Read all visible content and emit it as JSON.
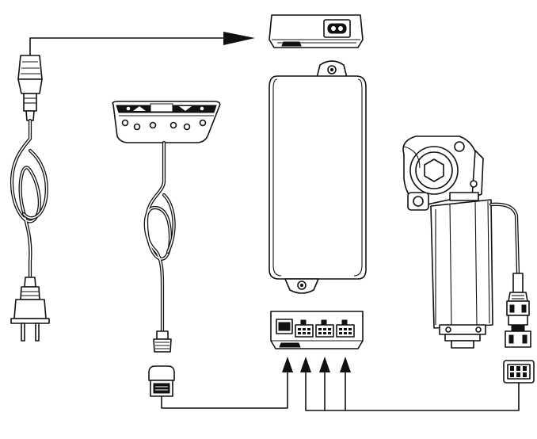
{
  "diagram": {
    "components": [
      {
        "id": "power-cord",
        "icon": "power-cord-icon"
      },
      {
        "id": "hand-controller",
        "icon": "hand-controller-icon"
      },
      {
        "id": "power-adapter-top",
        "icon": "power-adapter-icon"
      },
      {
        "id": "control-box",
        "icon": "control-box-icon"
      },
      {
        "id": "connector-panel",
        "icon": "connector-panel-icon"
      },
      {
        "id": "motor",
        "icon": "motor-icon"
      },
      {
        "id": "rj-plug",
        "icon": "rj-plug-icon"
      },
      {
        "id": "motor-plug",
        "icon": "motor-plug-icon"
      }
    ],
    "connections": [
      {
        "from": "power-cord",
        "to": "power-adapter-top"
      },
      {
        "from": "rj-plug",
        "to": "connector-panel"
      },
      {
        "from": "motor-plug",
        "to": "connector-panel"
      }
    ],
    "colors": {
      "line": "#111111",
      "background": "#ffffff"
    }
  }
}
